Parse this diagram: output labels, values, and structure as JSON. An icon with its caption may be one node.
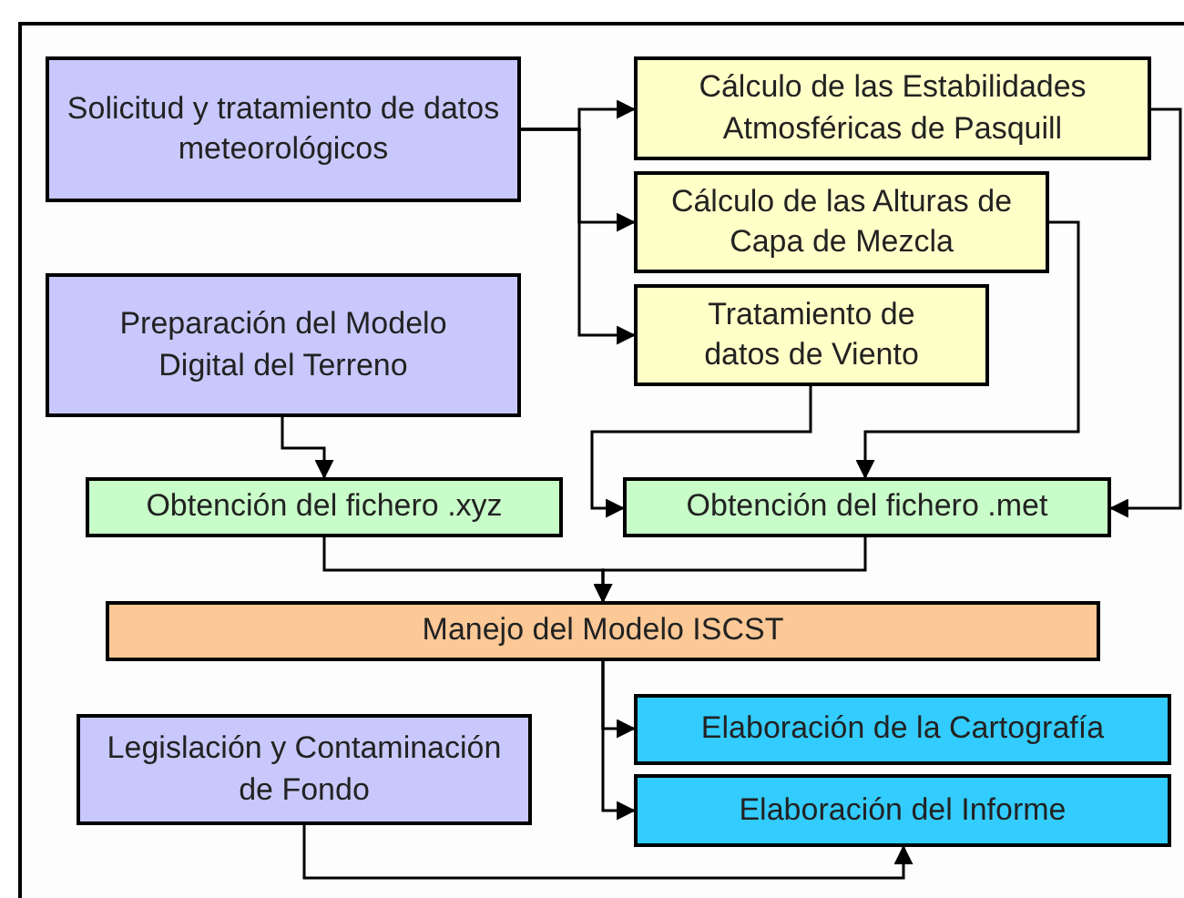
{
  "diagram": {
    "nodes": [
      {
        "text": [
          "Solicitud y tratamiento de datos meteorológicos"
        ]
      },
      {
        "text": [
          "Preparación del Modelo Digital del Terreno"
        ]
      },
      {
        "text": [
          "Cálculo de las Estabilidades Atmosféricas de Pasquill"
        ]
      },
      {
        "text": [
          "Cálculo de las Alturas de Capa de Mezcla"
        ]
      },
      {
        "text": [
          "Tratamiento de datos de Viento"
        ]
      },
      {
        "text": [
          "Obtención del fichero .xyz"
        ]
      },
      {
        "text": [
          "Obtención del fichero .met"
        ]
      },
      {
        "text": [
          "Manejo del Modelo ISCST"
        ]
      },
      {
        "text": [
          "Legislación y Contaminación de Fondo"
        ]
      },
      {
        "text": [
          "Elaboración de la Cartografía"
        ]
      },
      {
        "text": [
          "Elaboración del Informe"
        ]
      }
    ],
    "edges": [
      {
        "from": 0,
        "to": 2,
        "arrow": "to"
      },
      {
        "from": 0,
        "to": 3,
        "arrow": "to"
      },
      {
        "from": 0,
        "to": 4,
        "arrow": "to"
      },
      {
        "from": 1,
        "to": 5,
        "arrow": "to"
      },
      {
        "from": 4,
        "to": 6,
        "arrow": "to"
      },
      {
        "from": 3,
        "to": 6,
        "arrow": "to"
      },
      {
        "from": 2,
        "to": 6,
        "arrow": "to"
      },
      {
        "from": 5,
        "to": 7,
        "arrow": "to"
      },
      {
        "from": 6,
        "to": 7,
        "arrow": "to"
      },
      {
        "from": 7,
        "to": 9,
        "arrow": "to"
      },
      {
        "from": 7,
        "to": 10,
        "arrow": "to"
      },
      {
        "from": 8,
        "to": 10,
        "arrow": "to"
      }
    ]
  }
}
